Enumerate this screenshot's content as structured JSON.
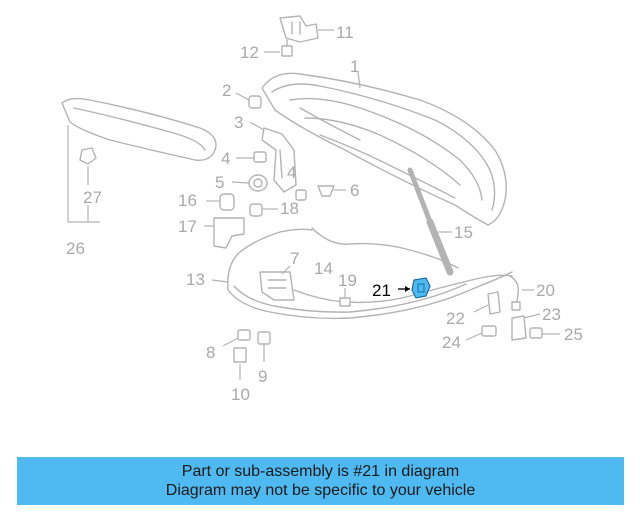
{
  "diagram": {
    "callouts": [
      {
        "id": "1",
        "label": "1",
        "highlight": false
      },
      {
        "id": "2",
        "label": "2",
        "highlight": false
      },
      {
        "id": "3",
        "label": "3",
        "highlight": false
      },
      {
        "id": "4a",
        "label": "4",
        "highlight": false
      },
      {
        "id": "4b",
        "label": "4",
        "highlight": false
      },
      {
        "id": "5",
        "label": "5",
        "highlight": false
      },
      {
        "id": "6",
        "label": "6",
        "highlight": false
      },
      {
        "id": "7",
        "label": "7",
        "highlight": false
      },
      {
        "id": "8",
        "label": "8",
        "highlight": false
      },
      {
        "id": "9",
        "label": "9",
        "highlight": false
      },
      {
        "id": "10",
        "label": "10",
        "highlight": false
      },
      {
        "id": "11",
        "label": "11",
        "highlight": false
      },
      {
        "id": "12",
        "label": "12",
        "highlight": false
      },
      {
        "id": "13",
        "label": "13",
        "highlight": false
      },
      {
        "id": "14",
        "label": "14",
        "highlight": false
      },
      {
        "id": "15",
        "label": "15",
        "highlight": false
      },
      {
        "id": "16",
        "label": "16",
        "highlight": false
      },
      {
        "id": "17",
        "label": "17",
        "highlight": false
      },
      {
        "id": "18",
        "label": "18",
        "highlight": false
      },
      {
        "id": "19",
        "label": "19",
        "highlight": false
      },
      {
        "id": "20",
        "label": "20",
        "highlight": false
      },
      {
        "id": "21",
        "label": "21",
        "highlight": true
      },
      {
        "id": "22",
        "label": "22",
        "highlight": false
      },
      {
        "id": "23",
        "label": "23",
        "highlight": false
      },
      {
        "id": "24",
        "label": "24",
        "highlight": false
      },
      {
        "id": "25",
        "label": "25",
        "highlight": false
      },
      {
        "id": "26",
        "label": "26",
        "highlight": false
      },
      {
        "id": "27",
        "label": "27",
        "highlight": false
      }
    ],
    "colors": {
      "line_art": "#b3b3b3",
      "callout_text": "#a9a9a9",
      "highlight_text": "#000000",
      "highlight_part": "#4fb9f1"
    }
  },
  "banner": {
    "line1": "Part or sub-assembly is #21 in diagram",
    "line2": "Diagram may not be specific to your vehicle",
    "background": "#4fb9f1"
  }
}
